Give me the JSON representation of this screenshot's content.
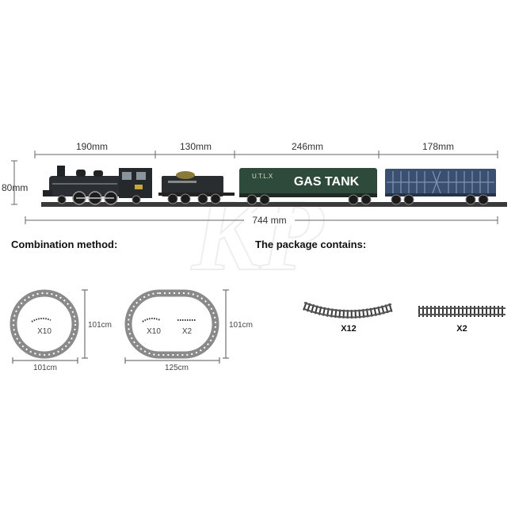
{
  "train": {
    "lengths": [
      "190mm",
      "130mm",
      "246mm",
      "178mm"
    ],
    "height": "80mm",
    "total_length": "744 mm",
    "cars": [
      {
        "name": "locomotive"
      },
      {
        "name": "coal-tender"
      },
      {
        "name": "gas-tank-car",
        "badge": "U.T.L.X",
        "label": "GAS TANK"
      },
      {
        "name": "cattle-car"
      }
    ]
  },
  "watermark": "KP",
  "combination": {
    "heading": "Combination method:",
    "layouts": [
      {
        "name": "circle",
        "counts": [
          "X10"
        ],
        "width": "101cm",
        "height": "101cm"
      },
      {
        "name": "oval",
        "counts": [
          "X10",
          "X2"
        ],
        "width": "125cm",
        "height": "101cm"
      }
    ]
  },
  "package": {
    "heading": "The package contains:",
    "items": [
      {
        "name": "curved-track",
        "count": "X12"
      },
      {
        "name": "straight-track",
        "count": "X2"
      }
    ]
  },
  "colors": {
    "locomotive": "#2b2f33",
    "tank_car": "#2e4a3a",
    "cattle_car": "#3b5070",
    "track_rail": "#555555",
    "track_tie": "#3a3a3a",
    "dim_line": "#666666"
  }
}
